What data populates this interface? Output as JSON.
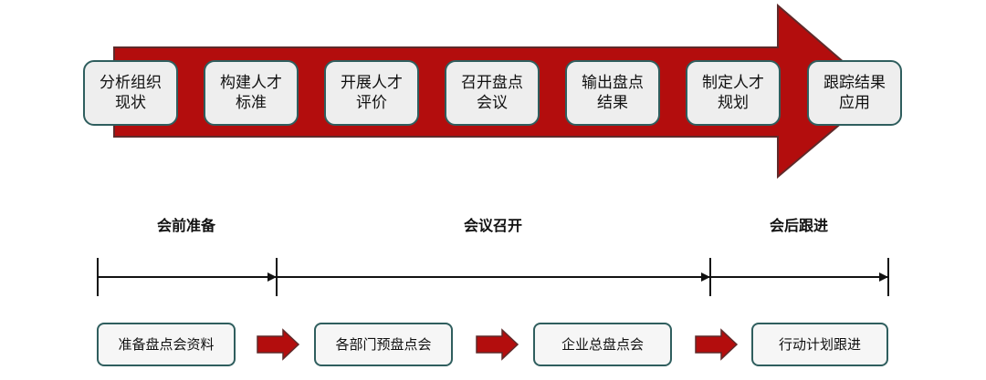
{
  "colors": {
    "arrow_fill": "#b30d0d",
    "arrow_outline": "#5f2a2a",
    "box_border": "#2f5e5e",
    "box_fill": "#eeeeee",
    "line": "#111111"
  },
  "steps": [
    {
      "label": "分析组织现状"
    },
    {
      "label": "构建人才标准"
    },
    {
      "label": "开展人才评价"
    },
    {
      "label": "召开盘点会议"
    },
    {
      "label": "输出盘点结果"
    },
    {
      "label": "制定人才规划"
    },
    {
      "label": "跟踪结果应用"
    }
  ],
  "phases": [
    {
      "label": "会前准备"
    },
    {
      "label": "会议召开"
    },
    {
      "label": "会后跟进"
    }
  ],
  "activities": [
    {
      "label": "准备盘点会资料"
    },
    {
      "label": "各部门预盘点会"
    },
    {
      "label": "企业总盘点会"
    },
    {
      "label": "行动计划跟进"
    }
  ]
}
